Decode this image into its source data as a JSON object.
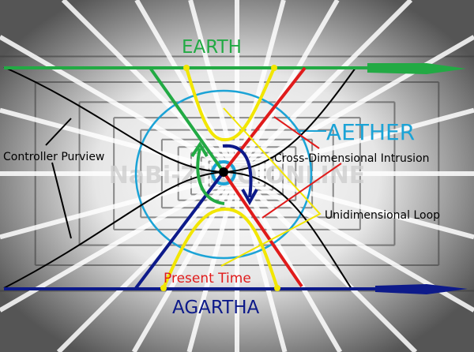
{
  "labels": {
    "earth": "EARTH",
    "agartha": "AGARTHA",
    "aether": "AETHER",
    "controller_purview": "Controller Purview",
    "cross_dimensional": "Cross-Dimensional Intrusion",
    "unidimensional": "Unidimensional Loop",
    "present_time": "Present Time"
  },
  "watermark": "NaBi-ZHUO ONLINE",
  "colors": {
    "earth": "#22aa44",
    "agartha": "#0d1a8a",
    "aether": "#1ba3d6",
    "present_time": "#e01b1b",
    "loop": "#f2e600",
    "purview": "#000000"
  }
}
